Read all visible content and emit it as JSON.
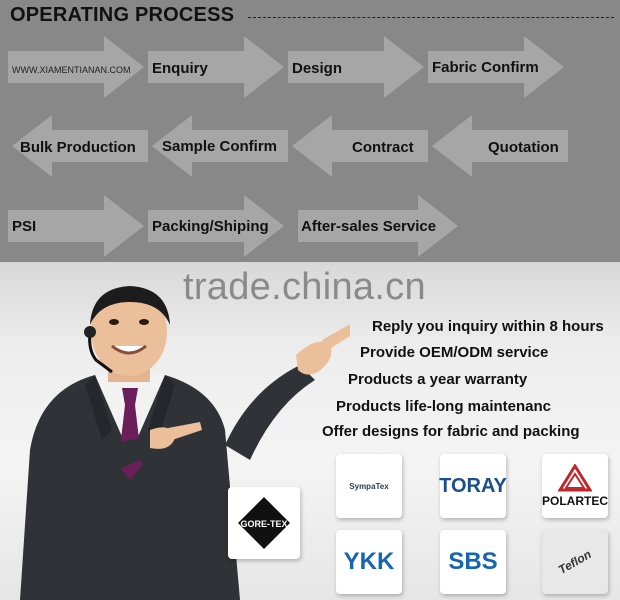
{
  "process": {
    "title": "OPERATING PROCESS",
    "website": "WWW.XIAMENTIANAN.COM",
    "row1": [
      "Enquiry",
      "Design",
      "Fabric Confirm"
    ],
    "row2": [
      "Bulk Production",
      "Sample Confirm",
      "Contract",
      "Quotation"
    ],
    "row3": [
      "PSI",
      "Packing/Shiping",
      "After-sales Service"
    ]
  },
  "watermark": "trade.china.cn",
  "benefits": [
    "Reply you inquiry within 8 hours",
    "Provide OEM/ODM service",
    "Products a year warranty",
    "Products life-long maintenanc",
    "Offer designs for fabric and packing"
  ],
  "logos": {
    "goretex": "GORE-TEX",
    "sympatex": "SympaTex",
    "toray": "TORAY",
    "polartec": "POLARTEC",
    "ykk": "YKK",
    "sbs": "SBS",
    "teflon": "Teflon"
  },
  "colors": {
    "arrow": "#a6a6a6",
    "process_bg": "#888888",
    "toray_blue": "#1565b0"
  }
}
